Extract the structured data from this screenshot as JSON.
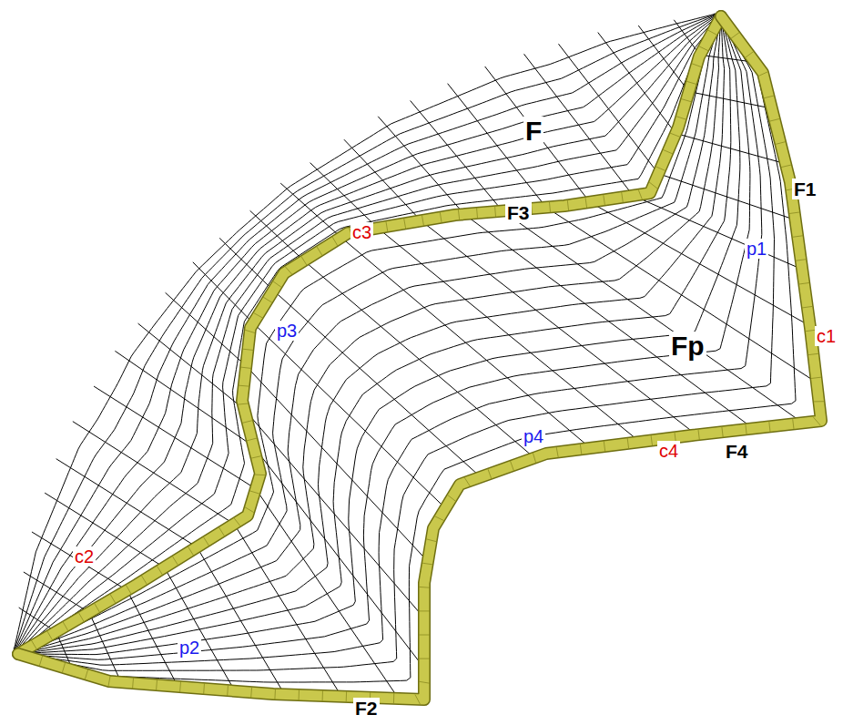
{
  "diagram": {
    "labels": [
      "F",
      "F3",
      "c3",
      "F1",
      "p1",
      "c1",
      "Fp",
      "p4",
      "c4",
      "F4",
      "p3",
      "c2",
      "p2",
      "F2"
    ]
  }
}
